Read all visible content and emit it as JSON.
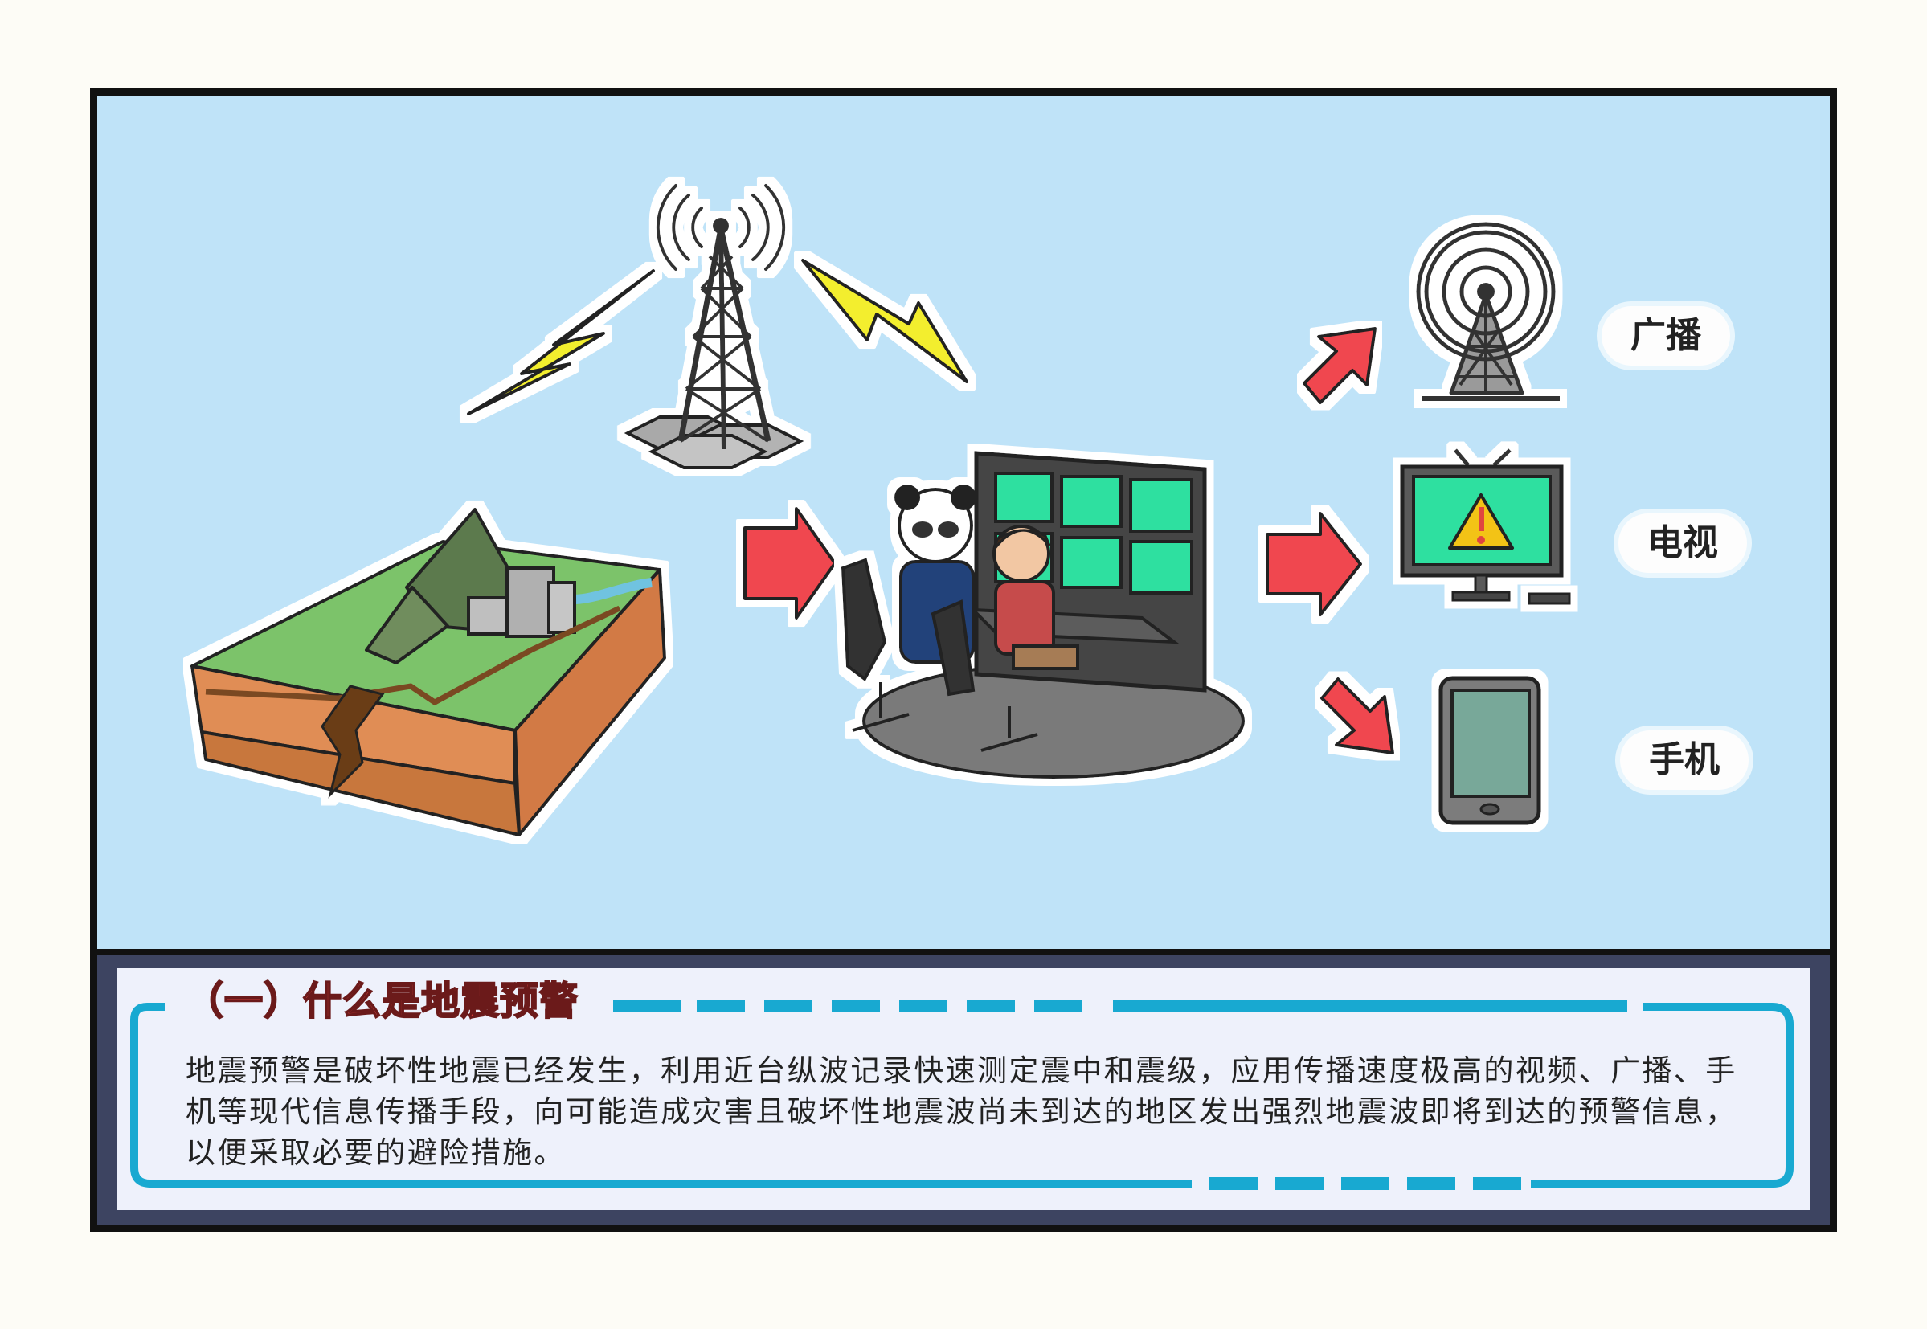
{
  "labels": {
    "broadcast": "广播",
    "tv": "电视",
    "phone": "手机"
  },
  "section": {
    "title": "（一）什么是地震预警",
    "body": "地震预警是破坏性地震已经发生，利用近台纵波记录快速测定震中和震级，应用传播速度极高的视频、广播、手机等现代信息传播手段，向可能造成灾害且破坏性地震波尚未到达的地区发出强烈地震波即将到达的预警信息，以便采取必要的避险措施。"
  },
  "colors": {
    "sky": "#bfe3f8",
    "panel": "#3d4461",
    "title_red": "#e0443f",
    "arrow_red": "#f0474f",
    "accent_teal": "#18a9d1",
    "screen_green": "#2ee0a0",
    "lightning_yellow": "#f3ee2d"
  },
  "icons": [
    "signal-tower-icon",
    "lightning-bolt-icon",
    "earth-crust-icon",
    "control-room-icon",
    "broadcast-tower-icon",
    "tv-warning-icon",
    "mobile-phone-icon",
    "arrow-icon"
  ]
}
